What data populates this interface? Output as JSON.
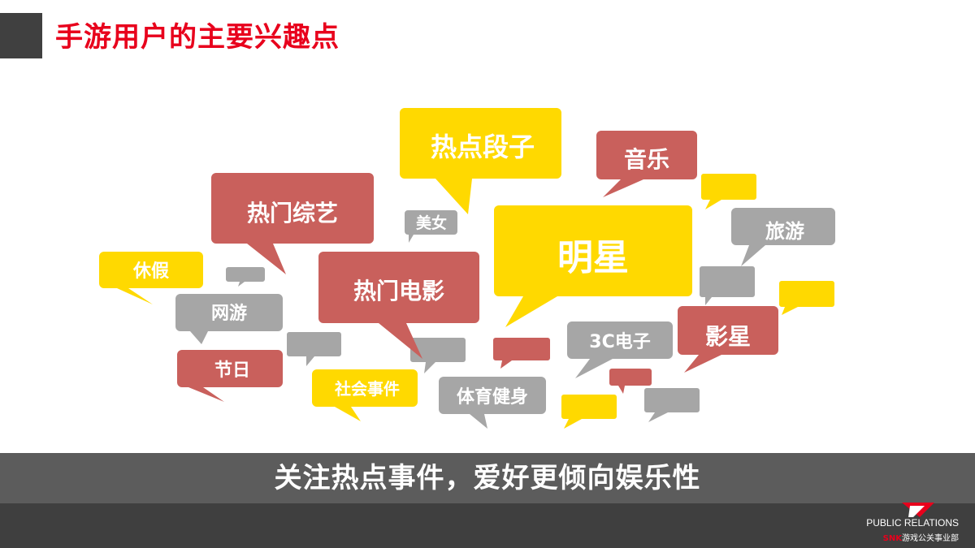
{
  "title": "手游用户的主要兴趣点",
  "colors": {
    "red": "#c9605c",
    "yellow": "#ffd900",
    "gray": "#a6a6a6",
    "accent": "#e8001c"
  },
  "bubbles": [
    {
      "label": "热点段子",
      "color": "yellow"
    },
    {
      "label": "音乐",
      "color": "red"
    },
    {
      "label": "热门综艺",
      "color": "red"
    },
    {
      "label": "美女",
      "color": "gray"
    },
    {
      "label": "明星",
      "color": "yellow"
    },
    {
      "label": "旅游",
      "color": "gray"
    },
    {
      "label": "休假",
      "color": "yellow"
    },
    {
      "label": "热门电影",
      "color": "red"
    },
    {
      "label": "网游",
      "color": "gray"
    },
    {
      "label": "3C电子",
      "color": "gray"
    },
    {
      "label": "影星",
      "color": "red"
    },
    {
      "label": "节日",
      "color": "red"
    },
    {
      "label": "社会事件",
      "color": "yellow"
    },
    {
      "label": "体育健身",
      "color": "gray"
    }
  ],
  "banner": "关注热点事件，爱好更倾向娱乐性",
  "footer": {
    "logo_title": "PUBLIC RELATIONS",
    "logo_brand": "SNK",
    "logo_sub": "游戏公关事业部"
  }
}
